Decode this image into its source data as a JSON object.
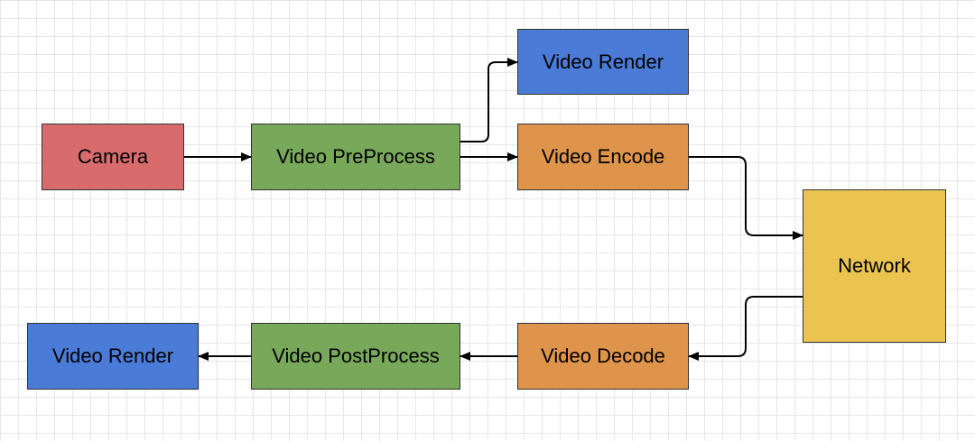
{
  "diagram": {
    "nodes": [
      {
        "id": "camera",
        "label": "Camera",
        "color": "#d86c6c"
      },
      {
        "id": "preprocess",
        "label": "Video PreProcess",
        "color": "#78a85a"
      },
      {
        "id": "render_top",
        "label": "Video Render",
        "color": "#4a7bd6"
      },
      {
        "id": "encode",
        "label": "Video Encode",
        "color": "#de944a"
      },
      {
        "id": "network",
        "label": "Network",
        "color": "#ebc450"
      },
      {
        "id": "decode",
        "label": "Video Decode",
        "color": "#de944a"
      },
      {
        "id": "postprocess",
        "label": "Video PostProcess",
        "color": "#78a85a"
      },
      {
        "id": "render_bottom",
        "label": "Video Render",
        "color": "#4a7bd6"
      }
    ],
    "edges": [
      {
        "from": "camera",
        "to": "preprocess"
      },
      {
        "from": "preprocess",
        "to": "render_top"
      },
      {
        "from": "preprocess",
        "to": "encode"
      },
      {
        "from": "encode",
        "to": "network"
      },
      {
        "from": "network",
        "to": "decode"
      },
      {
        "from": "decode",
        "to": "postprocess"
      },
      {
        "from": "postprocess",
        "to": "render_bottom"
      }
    ]
  }
}
